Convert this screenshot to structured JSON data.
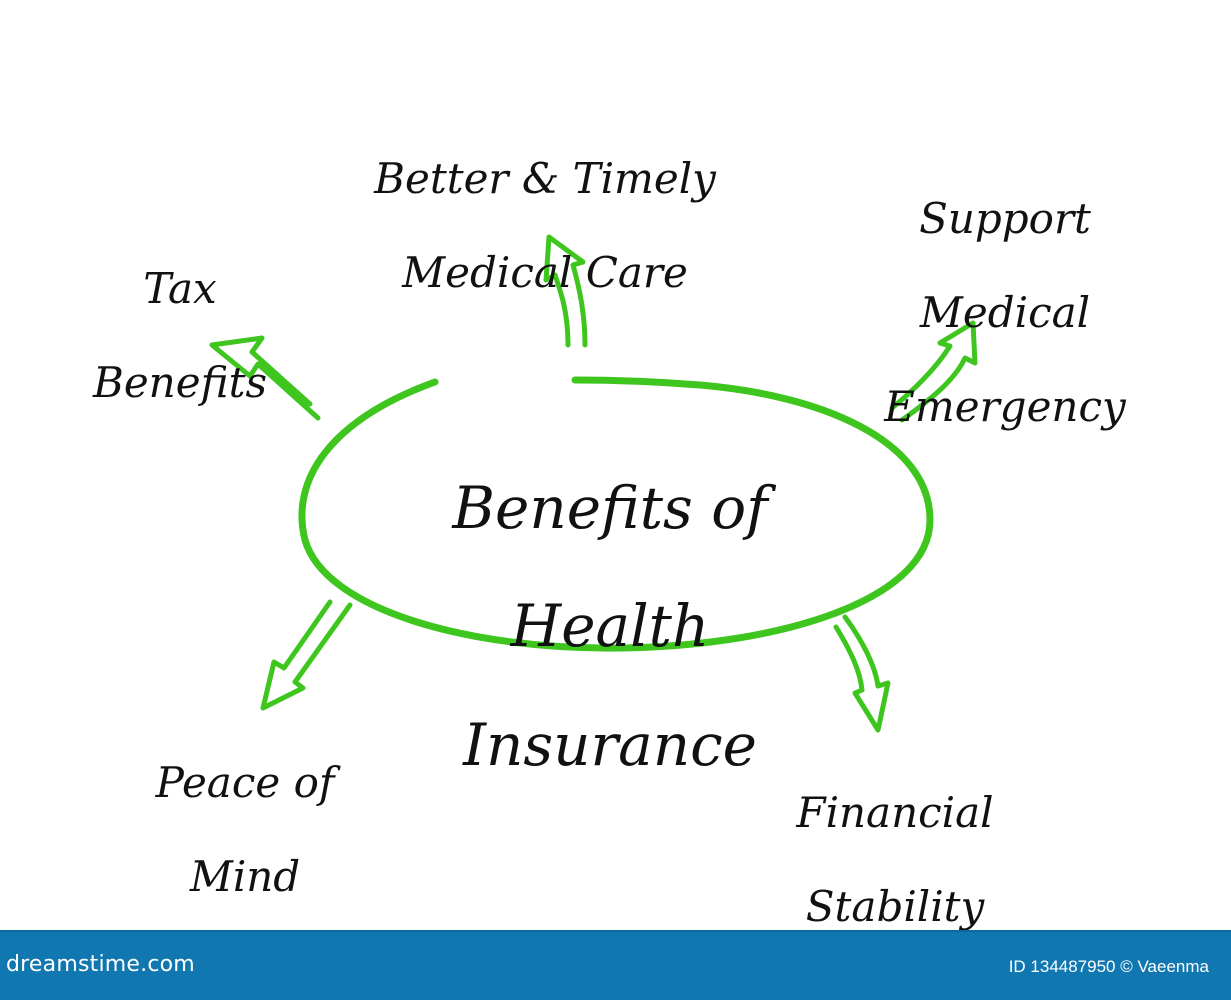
{
  "diagram": {
    "title_lines": [
      "Benefits of",
      "Health",
      "Insurance"
    ],
    "accent_color": "#3ec61e",
    "text_color": "#111111",
    "nodes": [
      {
        "id": "tax",
        "lines": [
          "Tax",
          "Benefits"
        ],
        "direction": "up-left"
      },
      {
        "id": "care",
        "lines": [
          "Better & Timely",
          "Medical Care"
        ],
        "direction": "up"
      },
      {
        "id": "emergency",
        "lines": [
          "Support",
          "Medical",
          "Emergency"
        ],
        "direction": "up-right"
      },
      {
        "id": "peace",
        "lines": [
          "Peace of",
          "Mind"
        ],
        "direction": "down-left"
      },
      {
        "id": "stability",
        "lines": [
          "Financial",
          "Stability"
        ],
        "direction": "down-right"
      }
    ]
  },
  "footer": {
    "brand": "dreamstime.com",
    "credit": "ID 134487950 © Vaeenma",
    "background_color": "#1077b0"
  }
}
